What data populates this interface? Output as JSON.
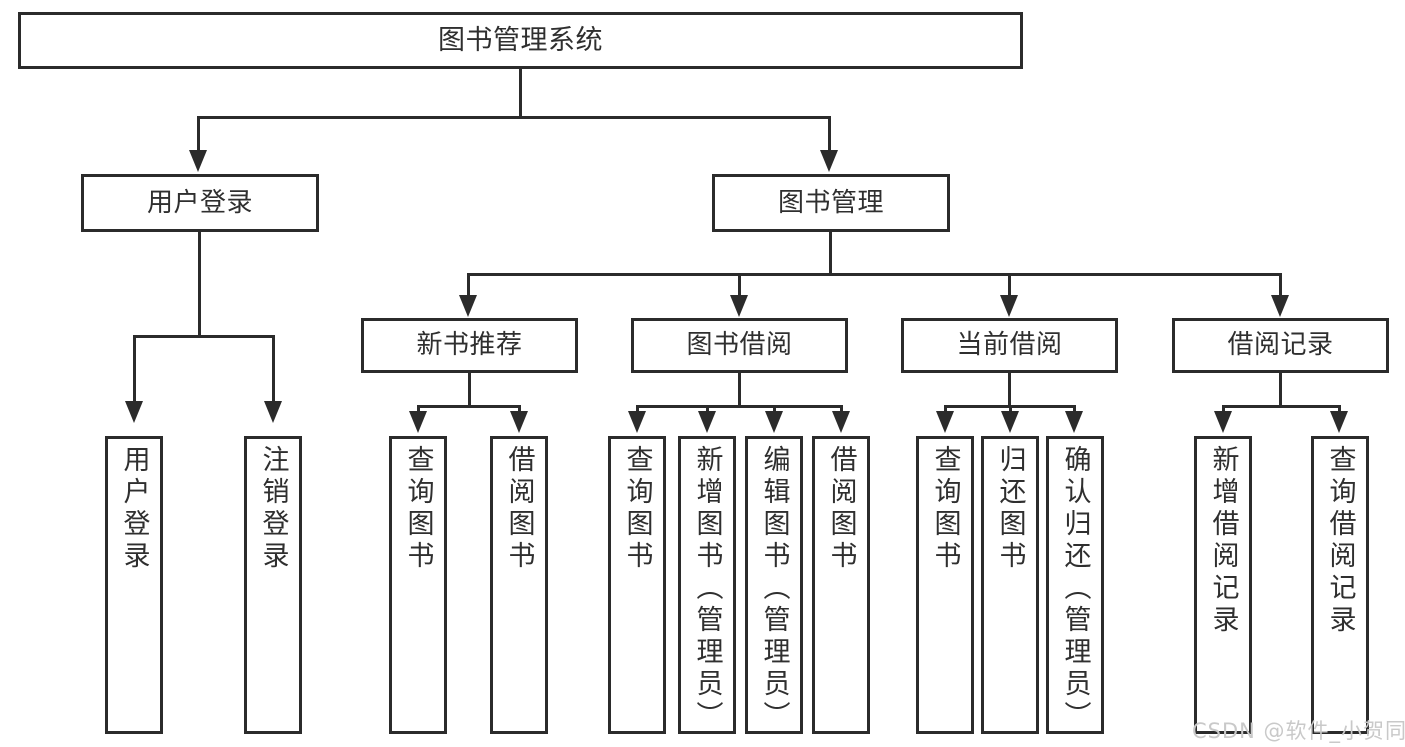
{
  "diagram": {
    "title": "图书管理系统",
    "type": "hierarchy-tree",
    "watermark": "CSDN @软件_小贺同学",
    "colors": {
      "stroke": "#2b2b2b",
      "text": "#2f2f2f",
      "background": "#ffffff",
      "watermark": "#c9c9c9"
    },
    "root": {
      "label": "图书管理系统"
    },
    "level1": [
      {
        "label": "用户登录"
      },
      {
        "label": "图书管理"
      }
    ],
    "level2": [
      {
        "label": "新书推荐"
      },
      {
        "label": "图书借阅"
      },
      {
        "label": "当前借阅"
      },
      {
        "label": "借阅记录"
      }
    ],
    "leaves": {
      "user_login": [
        {
          "label": "用户登录"
        },
        {
          "label": "注销登录"
        }
      ],
      "new_book_recommend": [
        {
          "label": "查询图书"
        },
        {
          "label": "借阅图书"
        }
      ],
      "book_borrow": [
        {
          "label": "查询图书"
        },
        {
          "label": "新增图书（管理员）"
        },
        {
          "label": "编辑图书（管理员）"
        },
        {
          "label": "借阅图书"
        }
      ],
      "current_borrow": [
        {
          "label": "查询图书"
        },
        {
          "label": "归还图书"
        },
        {
          "label": "确认归还（管理员）"
        }
      ],
      "borrow_record": [
        {
          "label": "新增借阅记录"
        },
        {
          "label": "查询借阅记录"
        }
      ]
    }
  }
}
